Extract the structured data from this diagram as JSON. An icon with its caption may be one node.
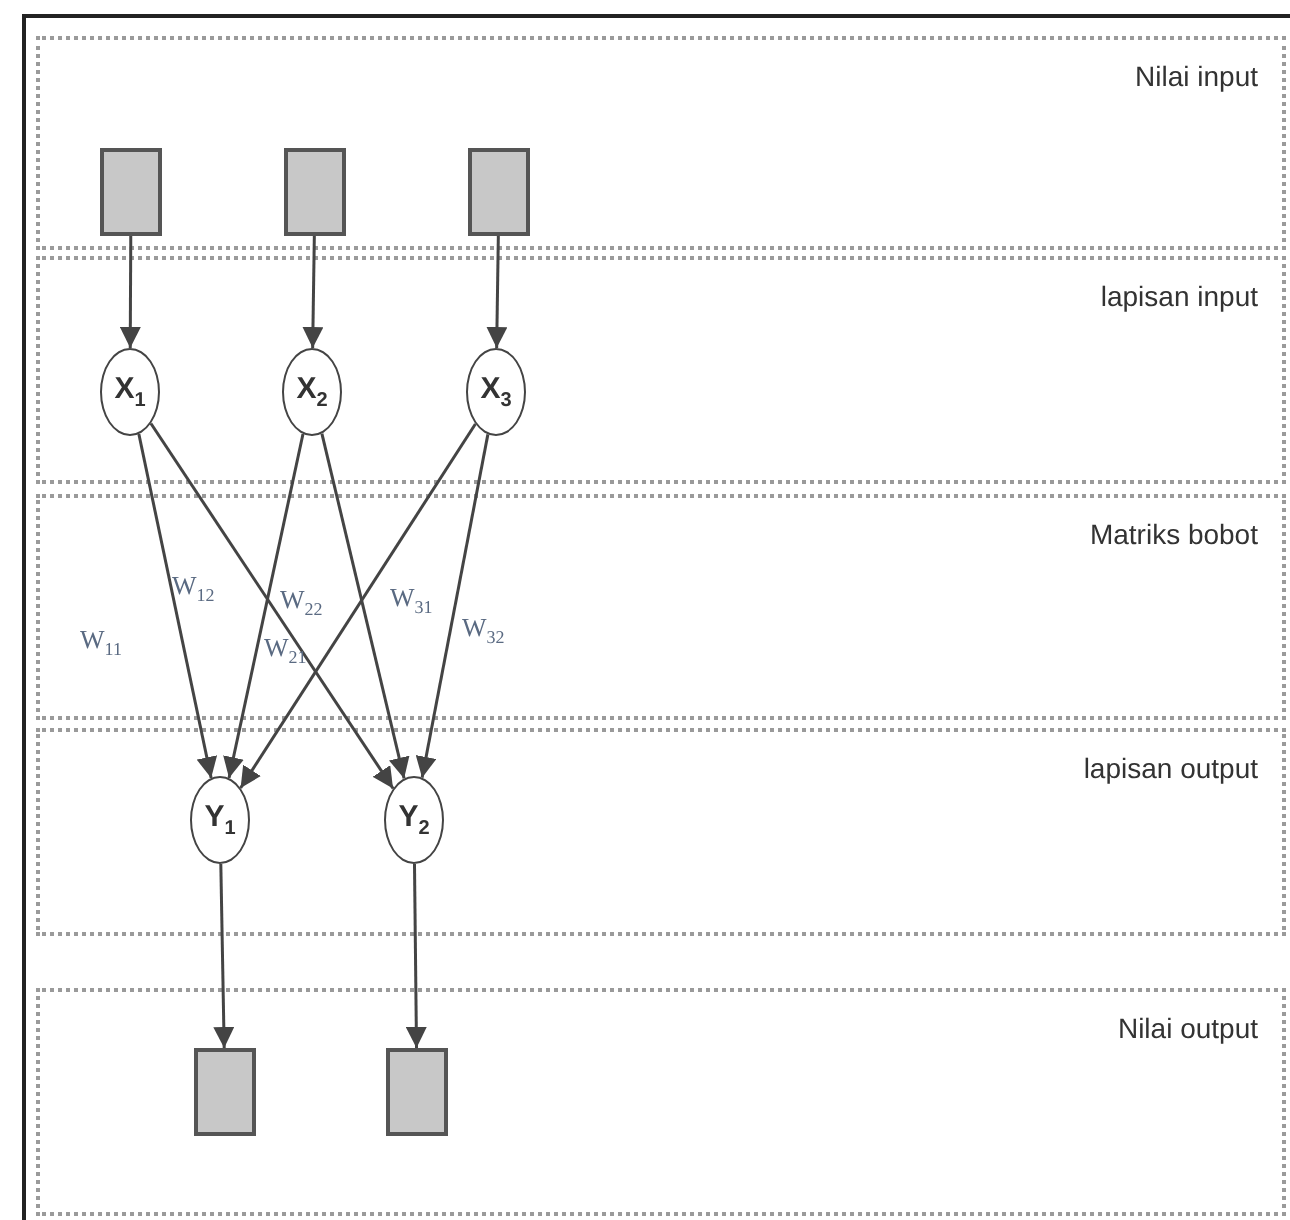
{
  "diagram": {
    "nodes": [
      {
        "text": [],
        "shape": "box"
      },
      {
        "text": [],
        "shape": "box"
      },
      {
        "text": [],
        "shape": "box"
      },
      {
        "text": [
          "X$_{1}$"
        ]
      },
      {
        "text": [
          "X$_{2}$"
        ]
      },
      {
        "text": [
          "X$_{3}$"
        ]
      },
      {
        "text": [
          "Y$_{1}$"
        ]
      },
      {
        "text": [
          "Y$_{2}$"
        ]
      },
      {
        "text": [],
        "shape": "box"
      },
      {
        "text": [],
        "shape": "box"
      }
    ],
    "edges": [
      {
        "from": 0,
        "to": 3,
        "arrow": "to"
      },
      {
        "from": 1,
        "to": 4,
        "arrow": "to"
      },
      {
        "from": 2,
        "to": 5,
        "arrow": "to"
      },
      {
        "from": 3,
        "to": 6,
        "arrow": "to"
      },
      {
        "from": 3,
        "to": 7,
        "arrow": "to"
      },
      {
        "from": 4,
        "to": 6,
        "arrow": "to"
      },
      {
        "from": 4,
        "to": 7,
        "arrow": "to"
      },
      {
        "from": 5,
        "to": 6,
        "arrow": "to"
      },
      {
        "from": 5,
        "to": 7,
        "arrow": "to"
      },
      {
        "from": 6,
        "to": 8,
        "arrow": "to"
      },
      {
        "from": 7,
        "to": 9,
        "arrow": "to"
      }
    ],
    "labels": [
      "Nilai input",
      "lapisan input",
      "W$_{12}$",
      "W$_{31}$",
      "W$_{22}$",
      "W$_{32}$",
      "W$_{11}$",
      "Matriks bobot",
      "W$_{21}$",
      "lapisan output",
      "Nilai output"
    ]
  }
}
